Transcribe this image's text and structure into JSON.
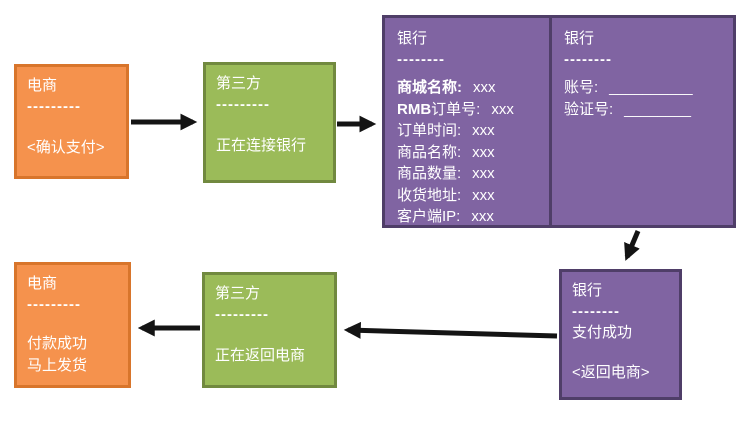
{
  "colors": {
    "orange_fill": "#F5924D",
    "orange_border": "#D8752B",
    "green_fill": "#9BBB59",
    "green_border": "#71893F",
    "purple_fill": "#8064A2",
    "purple_border": "#4F3E68",
    "arrow": "#141414",
    "text": "#FFFFFF",
    "background": "#FFFFFF"
  },
  "nodes": {
    "ecommerce_confirm": {
      "title": "电商",
      "divider": "---------",
      "body": "<确认支付>"
    },
    "third_party_connecting": {
      "title": "第三方",
      "divider": "---------",
      "body": "正在连接银行"
    },
    "bank_order_form": {
      "title": "银行",
      "divider": "--------",
      "fields": [
        {
          "label_bold": "商城名称:",
          "label": "",
          "value": "xxx"
        },
        {
          "label_bold": "RMB",
          "label": "订单号:",
          "value": "xxx"
        },
        {
          "label_bold": "",
          "label": "订单时间:",
          "value": "xxx"
        },
        {
          "label_bold": "",
          "label": "商品名称:",
          "value": "xxx"
        },
        {
          "label_bold": "",
          "label": "商品数量:",
          "value": "xxx"
        },
        {
          "label_bold": "",
          "label": "收货地址:",
          "value": "xxx"
        },
        {
          "label_bold": "",
          "label": "客户端IP:",
          "value": "xxx"
        }
      ]
    },
    "bank_account_form": {
      "title": "银行",
      "divider": "--------",
      "fields": [
        {
          "label": "账号:",
          "value": "__________"
        },
        {
          "label": "验证号:",
          "value": "________"
        }
      ]
    },
    "bank_success": {
      "title": "银行",
      "divider": "--------",
      "body": "支付成功",
      "body2": "<返回电商>"
    },
    "third_party_returning": {
      "title": "第三方",
      "divider": "---------",
      "body": "正在返回电商"
    },
    "ecommerce_result": {
      "title": "电商",
      "divider": "---------",
      "body": "付款成功",
      "body2": "马上发货"
    }
  }
}
